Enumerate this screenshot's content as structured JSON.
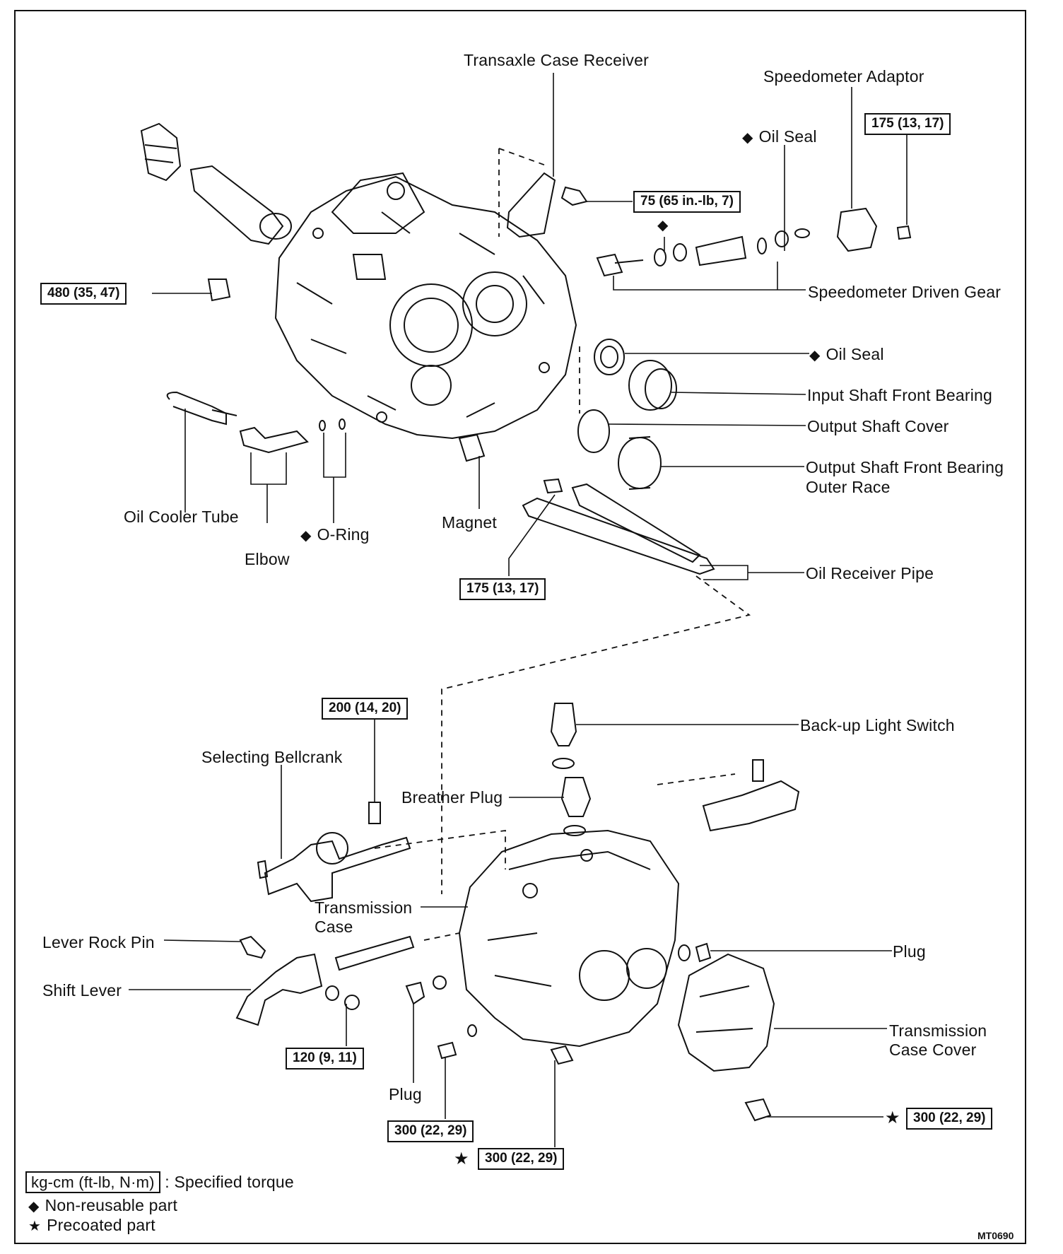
{
  "labels": {
    "transaxle_case_receiver": "Transaxle Case Receiver",
    "speedometer_adaptor": "Speedometer Adaptor",
    "oil_seal_top": "Oil Seal",
    "speedometer_driven_gear": "Speedometer Driven Gear",
    "oil_seal_mid": "Oil Seal",
    "input_shaft_front_bearing": "Input Shaft Front Bearing",
    "output_shaft_cover": "Output Shaft Cover",
    "output_shaft_front_bearing_1": "Output Shaft Front Bearing",
    "output_shaft_front_bearing_2": "Outer Race",
    "oil_cooler_tube": "Oil Cooler Tube",
    "o_ring": "O-Ring",
    "elbow": "Elbow",
    "magnet": "Magnet",
    "oil_receiver_pipe": "Oil Receiver Pipe",
    "back_up_light_switch": "Back-up Light Switch",
    "selecting_bellcrank": "Selecting Bellcrank",
    "breather_plug": "Breather Plug",
    "transmission_case_1": "Transmission",
    "transmission_case_2": "Case",
    "lever_rock_pin": "Lever Rock Pin",
    "shift_lever": "Shift Lever",
    "plug_right": "Plug",
    "transmission_case_cover_1": "Transmission",
    "transmission_case_cover_2": "Case Cover",
    "plug_bottom": "Plug"
  },
  "torques": {
    "t_speedo_bolt": "175 (13, 17)",
    "t_receiver_bolt": "75 (65 in.-lb, 7)",
    "t_480": "480 (35, 47)",
    "t_pipe_bolt": "175 (13, 17)",
    "t_bellcrank": "200 (14, 20)",
    "t_120": "120 (9, 11)",
    "t_300_left": "300 (22, 29)",
    "t_300_mid": "300 (22, 29)",
    "t_300_right": "300 (22, 29)"
  },
  "legend": {
    "torque_unit": "kg-cm (ft-lb, N·m)",
    "torque_desc": ": Specified torque",
    "non_reusable": "Non-reusable part",
    "precoated": "Precoated part"
  },
  "symbols": {
    "diamond": "◆",
    "star": "★"
  },
  "figure_code": "MT0690"
}
